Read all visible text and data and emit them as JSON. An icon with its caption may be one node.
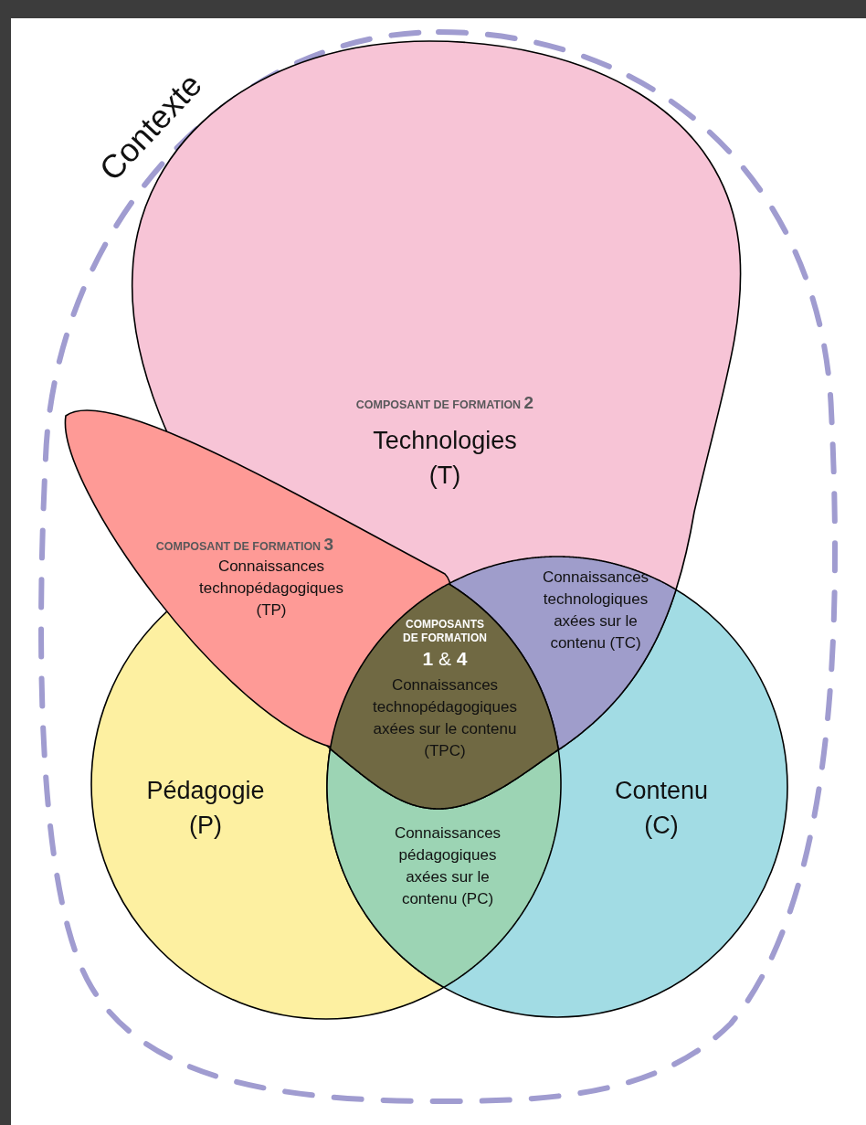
{
  "diagram": {
    "nodes": [
      {
        "text": [
          "Contexte"
        ]
      },
      {
        "text": [
          "COMPOSANT DE FORMATION **2**",
          "Technologies (T)"
        ],
        "in": 0
      },
      {
        "text": [
          "COMPOSANT DE FORMATION **3**",
          "Connaissances technopédagogiques (TP)"
        ],
        "in": 0
      },
      {
        "text": [
          "Connaissances technologiques axées sur le contenu (TC)"
        ]
      },
      {
        "text": [
          "COMPOSANTS DE FORMATION",
          "**1** & **4**",
          "Connaissances technopédagogiques axées sur le contenu (TPC)"
        ]
      },
      {
        "text": [
          "Pédagogie (P)"
        ],
        "in": 0
      },
      {
        "text": [
          "Contenu (C)"
        ],
        "in": 0
      },
      {
        "text": [
          "Connaissances pédagogiques axées sur le contenu (PC)"
        ]
      }
    ]
  }
}
